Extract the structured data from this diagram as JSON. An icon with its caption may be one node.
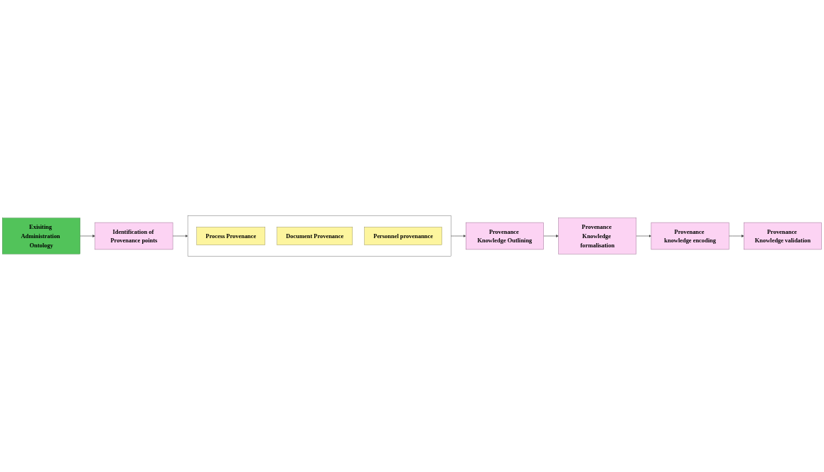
{
  "diagram": {
    "nodes": [
      {
        "text": [
          "Identification of Provenance points"
        ]
      },
      {
        "text": [],
        "shape": "box"
      },
      {
        "text": [
          "Process Provenance"
        ],
        "in": 1
      },
      {
        "text": [
          "Document Provenance"
        ],
        "in": 1
      },
      {
        "text": [
          "Personnel provenannce"
        ],
        "in": 1
      },
      {
        "text": [
          "Exisiting Administration Ontology"
        ]
      },
      {
        "text": [
          "Provenance Knowledge Outlining"
        ]
      },
      {
        "text": [
          "Provenance Knowledge formalisation"
        ]
      },
      {
        "text": [
          "Provenance knowledge encoding"
        ]
      },
      {
        "text": [
          "Provenance Knowledge validation"
        ]
      }
    ],
    "edges": [
      {
        "from": 5,
        "to": 0,
        "arrow": "to"
      },
      {
        "from": 0,
        "to": 1,
        "arrow": "to"
      },
      {
        "from": 1,
        "to": 6,
        "arrow": "to"
      },
      {
        "from": 6,
        "to": 7,
        "arrow": "to"
      },
      {
        "from": 7,
        "to": 8,
        "arrow": "to"
      },
      {
        "from": 8,
        "to": 9,
        "arrow": "to"
      }
    ]
  }
}
